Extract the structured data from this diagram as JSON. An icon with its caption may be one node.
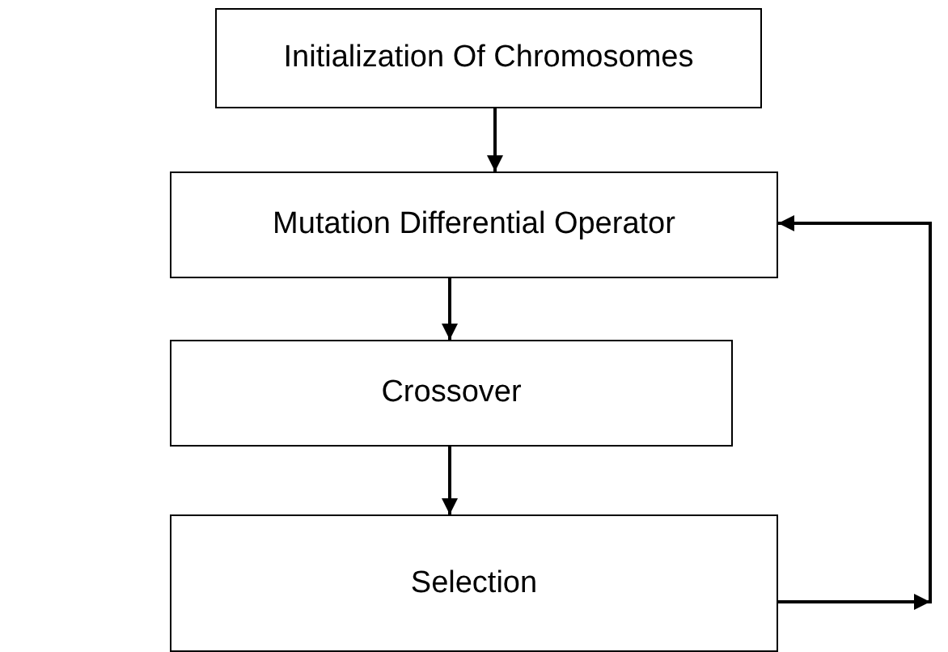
{
  "diagram": {
    "nodes": [
      {
        "text": [
          "Initialization Of Chromosomes"
        ]
      },
      {
        "text": [
          "Mutation Differential Operator"
        ]
      },
      {
        "text": [
          "Crossover"
        ]
      },
      {
        "text": [
          "Selection"
        ]
      }
    ],
    "edges": [
      {
        "from": 0,
        "to": 1,
        "arrow": "to"
      },
      {
        "from": 1,
        "to": 2,
        "arrow": "to"
      },
      {
        "from": 2,
        "to": 3,
        "arrow": "to"
      },
      {
        "from": 3,
        "to": 1,
        "arrow": "to"
      }
    ]
  }
}
